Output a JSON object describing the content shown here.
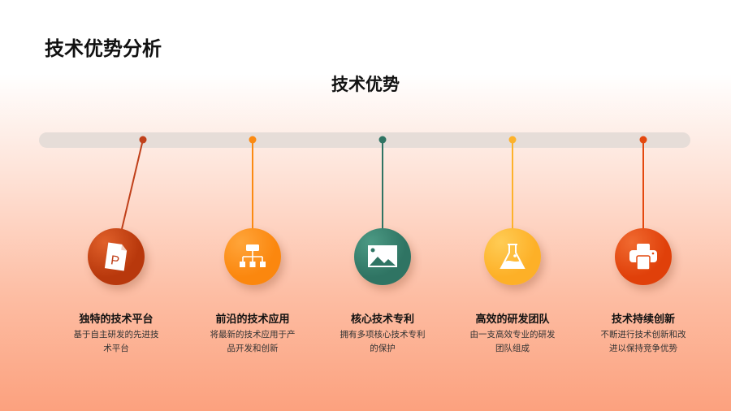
{
  "page_title": "技术优势分析",
  "subtitle": "技术优势",
  "items": [
    {
      "title": "独特的技术平台",
      "desc": "基于自主研发的先进技术平台",
      "icon": "powerpoint-file-icon",
      "color": "#c0401a"
    },
    {
      "title": "前沿的技术应用",
      "desc": "将最新的技术应用于产品开发和创新",
      "icon": "org-chart-icon",
      "color": "#fb8a12"
    },
    {
      "title": "核心技术专利",
      "desc": "拥有多项核心技术专利的保护",
      "icon": "image-icon",
      "color": "#2f7463"
    },
    {
      "title": "高效的研发团队",
      "desc": "由一支高效专业的研发团队组成",
      "icon": "flask-icon",
      "color": "#fdb22b"
    },
    {
      "title": "技术持续创新",
      "desc": "不断进行技术创新和改进以保持竞争优势",
      "icon": "printer-icon",
      "color": "#e4480e"
    }
  ]
}
